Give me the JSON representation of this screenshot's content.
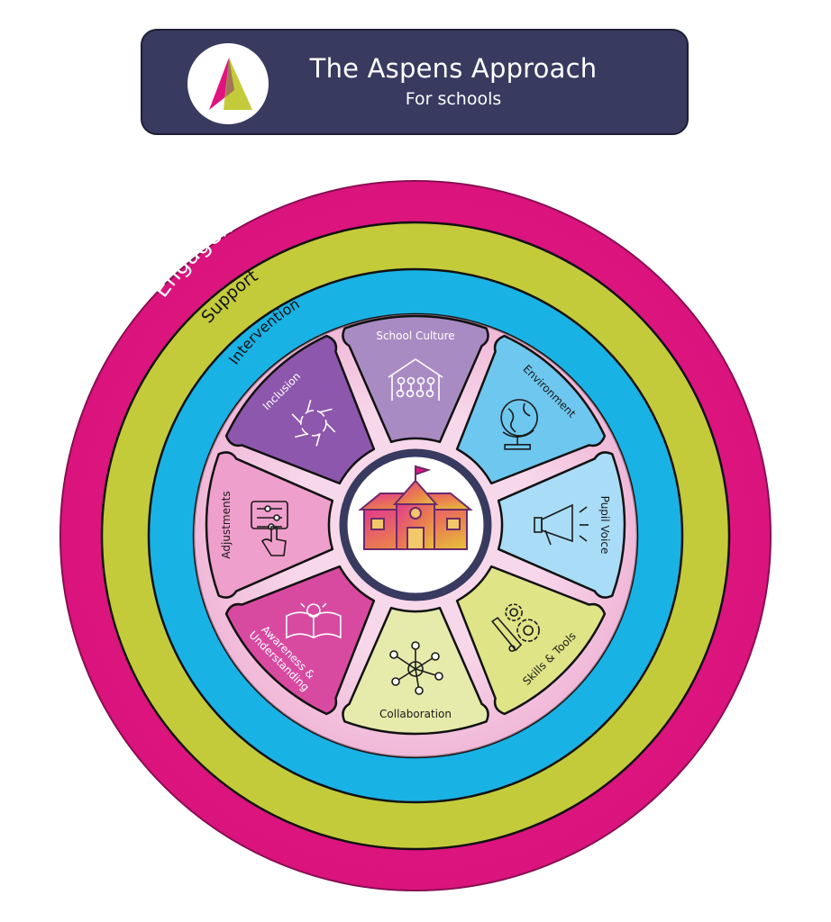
{
  "header": {
    "title": "The Aspens Approach",
    "subtitle": "For schools",
    "logo_icon": "tent-logo-icon"
  },
  "rings": {
    "engagement": "Engagement",
    "support": "Support",
    "intervention": "Intervention"
  },
  "segments": [
    {
      "label": "School Culture",
      "icon": "school-assembly-icon",
      "color": "#a98bc4"
    },
    {
      "label": "Environment",
      "icon": "globe-icon",
      "color": "#6ec7ee"
    },
    {
      "label": "Pupil Voice",
      "icon": "megaphone-icon",
      "color": "#a9dcf6"
    },
    {
      "label": "Skills & Tools",
      "icon": "gears-wrench-icon",
      "color": "#dfe486"
    },
    {
      "label": "Collaboration",
      "icon": "network-icon",
      "color": "#e6ebab"
    },
    {
      "label": "Awareness & Understanding",
      "icon": "lightbulb-book-icon",
      "color": "#d84aa0"
    },
    {
      "label": "Adjustments",
      "icon": "sliders-hand-icon",
      "color": "#ee9fcb"
    },
    {
      "label": "Inclusion",
      "icon": "joined-hands-icon",
      "color": "#8d57ad"
    }
  ],
  "center": {
    "icon": "school-building-icon"
  },
  "colors": {
    "navy": "#383a60",
    "engagement": "#e0147f",
    "support": "#c4cb3a",
    "intervention": "#19b2e4",
    "inner_pink": "#f0b8d8"
  }
}
